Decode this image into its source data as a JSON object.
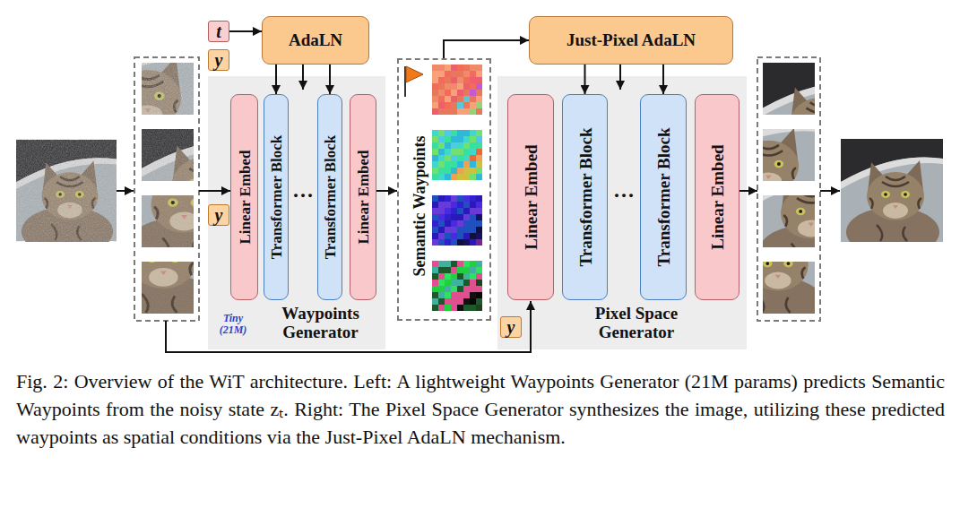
{
  "diagram": {
    "caption": "Fig. 2: Overview of the WiT architecture. Left: A lightweight Waypoints Generator (21M params) predicts Semantic Waypoints from the noisy state zₜ. Right: The Pixel Space Generator synthesizes the image, utilizing these predicted waypoints as spatial conditions via the Just-Pixel AdaLN mechanism.",
    "nodes": [
      {
        "text": [
          "t"
        ]
      },
      {
        "text": [
          "y"
        ]
      },
      {
        "text": [
          "AdaLN"
        ]
      },
      {
        "text": [
          "Tiny (21M)",
          "Waypoints Generator"
        ]
      },
      {
        "text": [
          "Linear Embed"
        ],
        "in": 3
      },
      {
        "text": [
          "Transformer Block"
        ],
        "in": 3
      },
      {
        "text": [
          "Transformer Block"
        ],
        "in": 3
      },
      {
        "text": [
          "Linear Embed"
        ],
        "in": 3
      },
      {
        "text": [
          "y"
        ]
      },
      {
        "text": [
          "Semantic Waypoints"
        ]
      },
      {
        "text": [
          "Just-Pixel AdaLN"
        ]
      },
      {
        "text": [
          "Pixel Space Generator"
        ]
      },
      {
        "text": [
          "Linear Embed"
        ],
        "in": 11
      },
      {
        "text": [
          "Transformer Block"
        ],
        "in": 11
      },
      {
        "text": [
          "Transformer Block"
        ],
        "in": 11
      },
      {
        "text": [
          "Linear Embed"
        ],
        "in": 11
      },
      {
        "text": [
          "y"
        ]
      }
    ],
    "edges": [
      {
        "from": 0,
        "to": 2,
        "arrow": "to"
      },
      {
        "from": 2,
        "to": 5,
        "arrow": "to"
      },
      {
        "from": 2,
        "to": 6,
        "arrow": "to"
      },
      {
        "from": 7,
        "to": 9,
        "arrow": "to"
      },
      {
        "from": 9,
        "to": 10,
        "arrow": "to"
      },
      {
        "from": 10,
        "to": 13,
        "arrow": "to"
      },
      {
        "from": 10,
        "to": 14,
        "arrow": "to"
      }
    ],
    "labels": [
      "···",
      "···"
    ]
  }
}
